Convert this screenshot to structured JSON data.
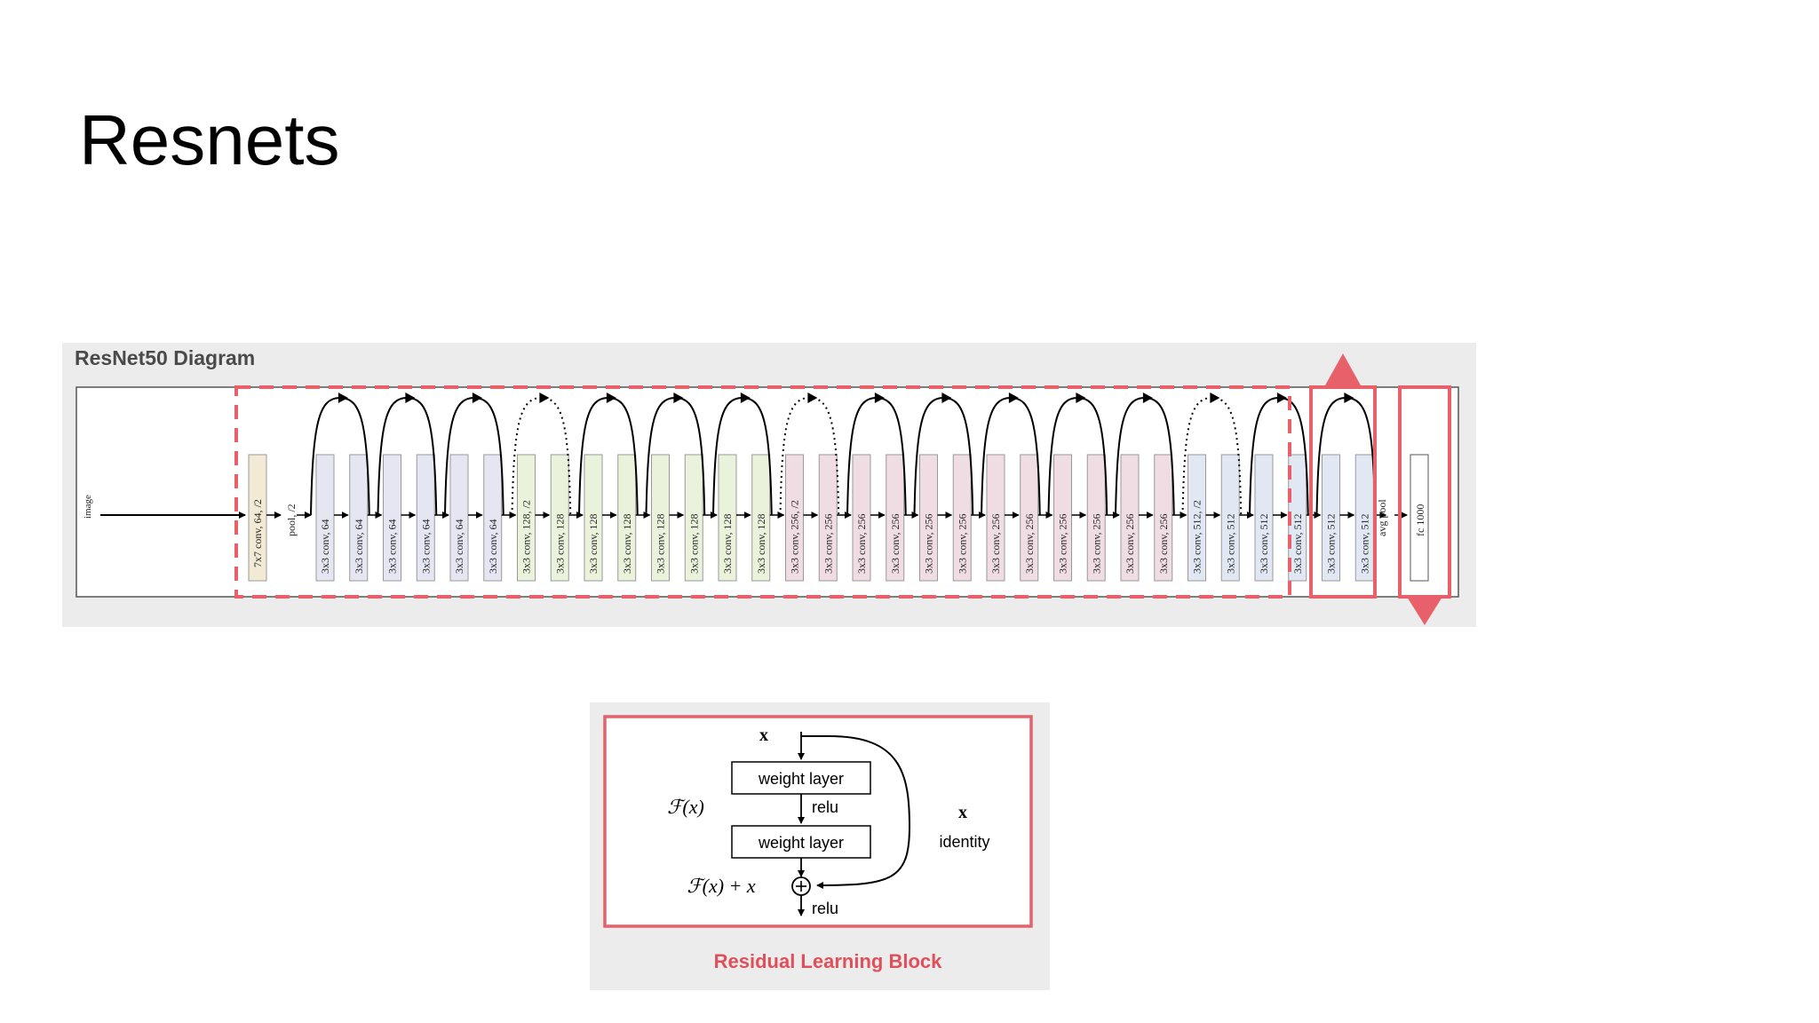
{
  "slide": {
    "title": "Resnets"
  },
  "resnet": {
    "heading": "ResNet50 Diagram",
    "input_label": "image",
    "stem_label": "7x7 conv, 64, /2",
    "pool_label": "pool, /2",
    "conv_labels": [
      "3x3 conv, 64",
      "3x3 conv, 64",
      "3x3 conv, 64",
      "3x3 conv, 64",
      "3x3 conv, 64",
      "3x3 conv, 64",
      "3x3 conv, 128, /2",
      "3x3 conv, 128",
      "3x3 conv, 128",
      "3x3 conv, 128",
      "3x3 conv, 128",
      "3x3 conv, 128",
      "3x3 conv, 128",
      "3x3 conv, 128",
      "3x3 conv, 256, /2",
      "3x3 conv, 256",
      "3x3 conv, 256",
      "3x3 conv, 256",
      "3x3 conv, 256",
      "3x3 conv, 256",
      "3x3 conv, 256",
      "3x3 conv, 256",
      "3x3 conv, 256",
      "3x3 conv, 256",
      "3x3 conv, 256",
      "3x3 conv, 256",
      "3x3 conv, 512, /2",
      "3x3 conv, 512",
      "3x3 conv, 512",
      "3x3 conv, 512",
      "3x3 conv, 512",
      "3x3 conv, 512"
    ],
    "avgpool_label": "avg pool",
    "fc_label": "fc 1000",
    "dotted_skips": [
      3,
      7,
      13
    ]
  },
  "residual_block": {
    "input_x": "x",
    "weight_layer_1": "weight layer",
    "relu_mid": "relu",
    "weight_layer_2": "weight layer",
    "fx_label": "ℱ(x)",
    "identity_x": "x",
    "identity_label": "identity",
    "sum_label": "ℱ(x) + x",
    "relu_out": "relu",
    "caption": "Residual Learning Block"
  },
  "colors": {
    "panel_bg": "#ececec",
    "highlight_red": "#e8606a",
    "stem_fill": "#f3ead6",
    "conv64_fill": "#e6e6f2",
    "conv128_fill": "#eaf2dc",
    "conv256_fill": "#efdde3",
    "conv512_fill": "#e2e8f3",
    "caption_red": "#e0505a"
  }
}
